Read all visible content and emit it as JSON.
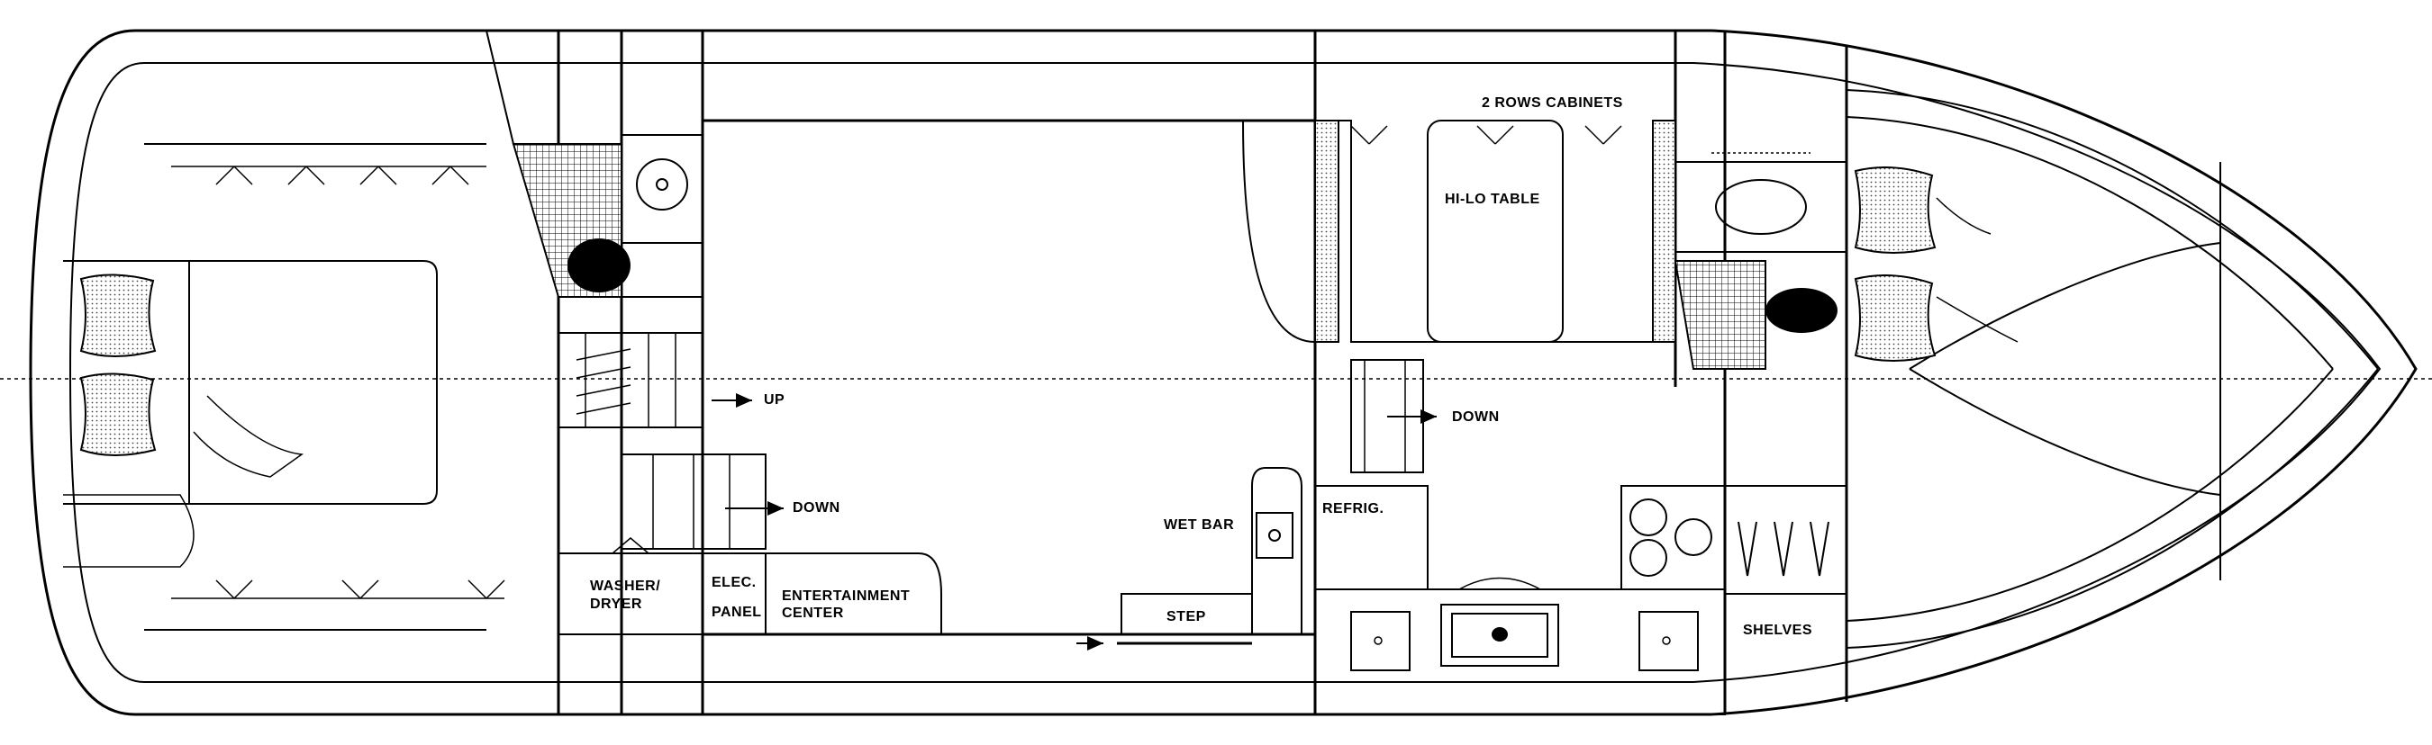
{
  "labels": {
    "up": "UP",
    "down_aft": "DOWN",
    "down_fwd": "DOWN",
    "washer_dryer_line1": "WASHER/",
    "washer_dryer_line2": "DRYER",
    "elec_line1": "ELEC.",
    "elec_line2": "PANEL",
    "entertainment_line1": "ENTERTAINMENT",
    "entertainment_line2": "CENTER",
    "step": "STEP",
    "wet_bar": "WET BAR",
    "refrig": "REFRIG.",
    "hi_lo_table": "HI-LO TABLE",
    "cabinets": "2 ROWS CABINETS",
    "shelves": "SHELVES"
  },
  "colors": {
    "line": "#000000",
    "background": "#ffffff"
  }
}
